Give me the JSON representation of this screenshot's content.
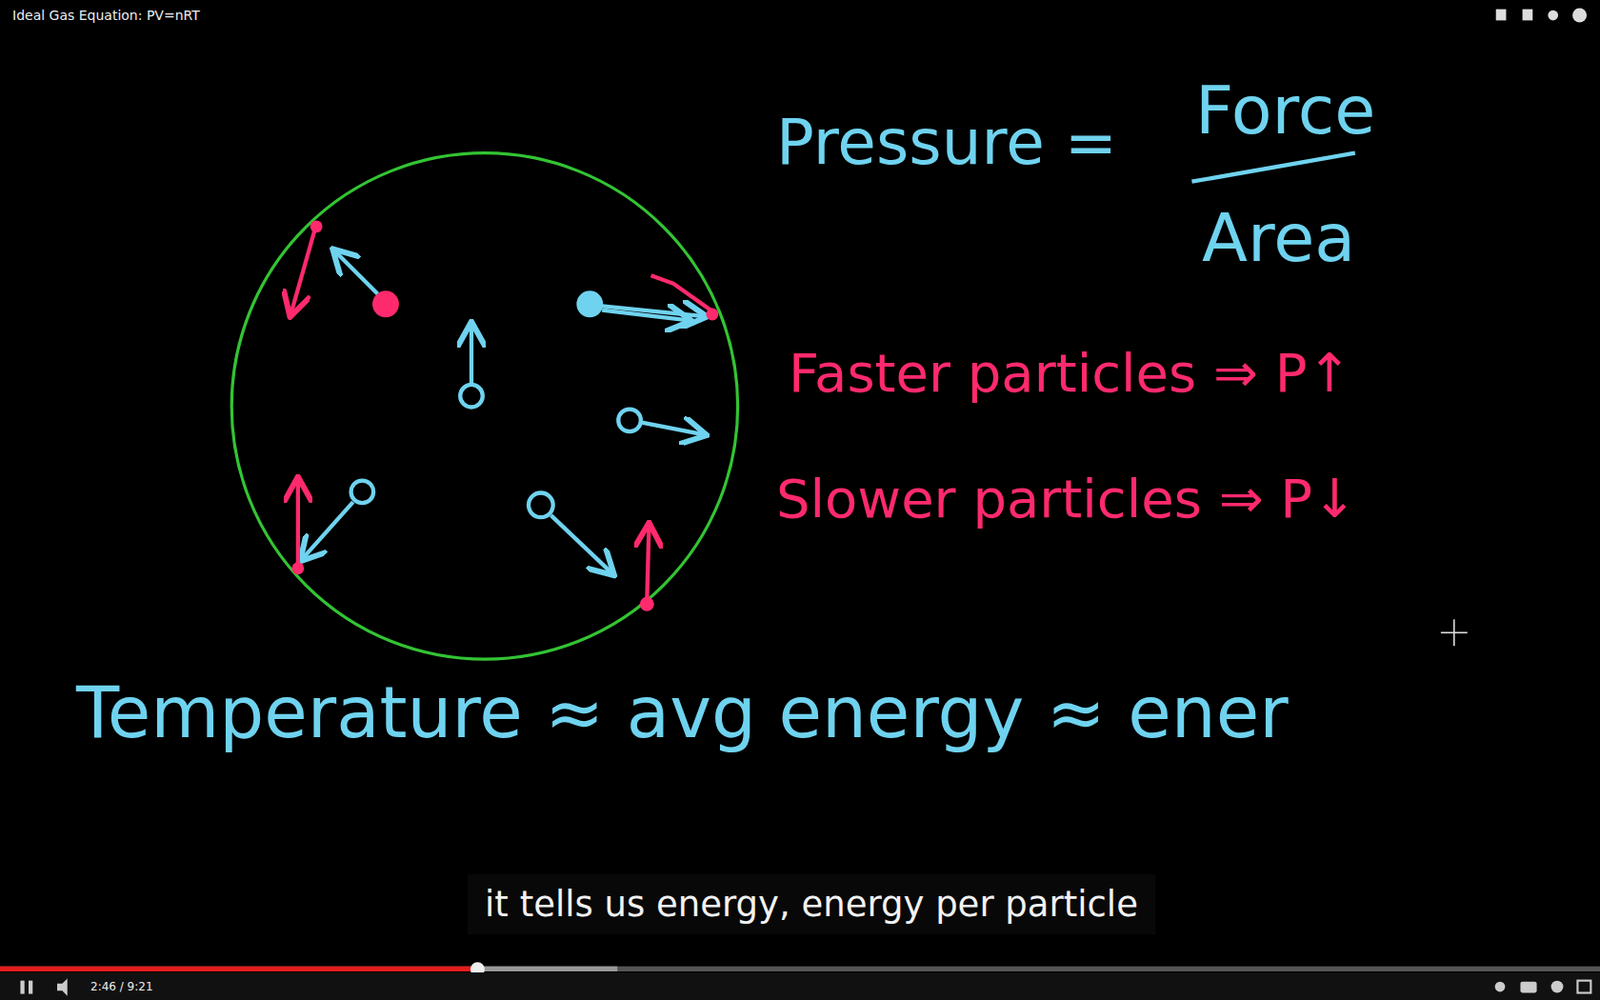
{
  "diagram": {
    "title": "Ideal Gas Equation: PV=nRT",
    "caption": "it tells us energy, energy per particle",
    "labels": [
      "Pressure =",
      "Force",
      "Area",
      "Faster particles ⇒ P↑",
      "Slower particles ⇒ P↓",
      "Temperature ≈ avg energy ≈ ener",
      "2:46 / 9:21"
    ]
  }
}
